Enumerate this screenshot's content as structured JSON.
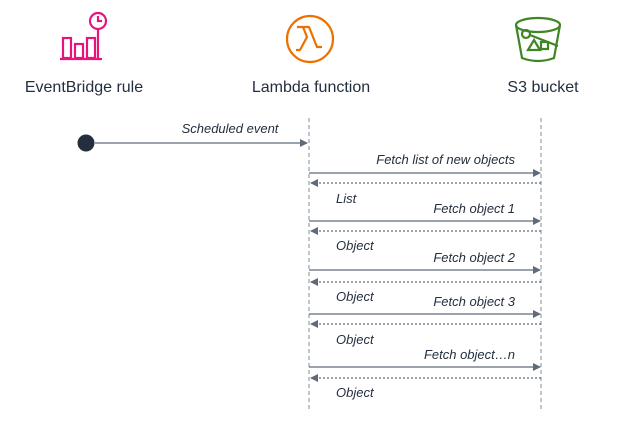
{
  "actors": [
    {
      "label": "EventBridge rule",
      "icon": "eventbridge-rule-icon",
      "color": "#e7157b"
    },
    {
      "label": "Lambda function",
      "icon": "lambda-icon",
      "color": "#ed7100"
    },
    {
      "label": "S3 bucket",
      "icon": "s3-bucket-icon",
      "color": "#3f8624"
    }
  ],
  "messages": [
    {
      "label": "Scheduled event",
      "from": "eventbridge",
      "to": "lambda",
      "style": "solid"
    },
    {
      "label": "Fetch list of new objects",
      "from": "lambda",
      "to": "s3",
      "style": "solid"
    },
    {
      "label": "List",
      "from": "s3",
      "to": "lambda",
      "style": "dotted"
    },
    {
      "label": "Fetch object 1",
      "from": "lambda",
      "to": "s3",
      "style": "solid"
    },
    {
      "label": "Object",
      "from": "s3",
      "to": "lambda",
      "style": "dotted"
    },
    {
      "label": "Fetch object 2",
      "from": "lambda",
      "to": "s3",
      "style": "solid"
    },
    {
      "label": "Object",
      "from": "s3",
      "to": "lambda",
      "style": "dotted"
    },
    {
      "label": "Fetch object 3",
      "from": "lambda",
      "to": "s3",
      "style": "solid"
    },
    {
      "label": "Object",
      "from": "s3",
      "to": "lambda",
      "style": "dotted"
    },
    {
      "label": "Fetch object…n",
      "from": "lambda",
      "to": "s3",
      "style": "solid"
    },
    {
      "label": "Object",
      "from": "s3",
      "to": "lambda",
      "style": "dotted"
    }
  ],
  "colors": {
    "line": "#5f6b7a",
    "text": "#232f3e",
    "start_dot": "#232f3e"
  }
}
